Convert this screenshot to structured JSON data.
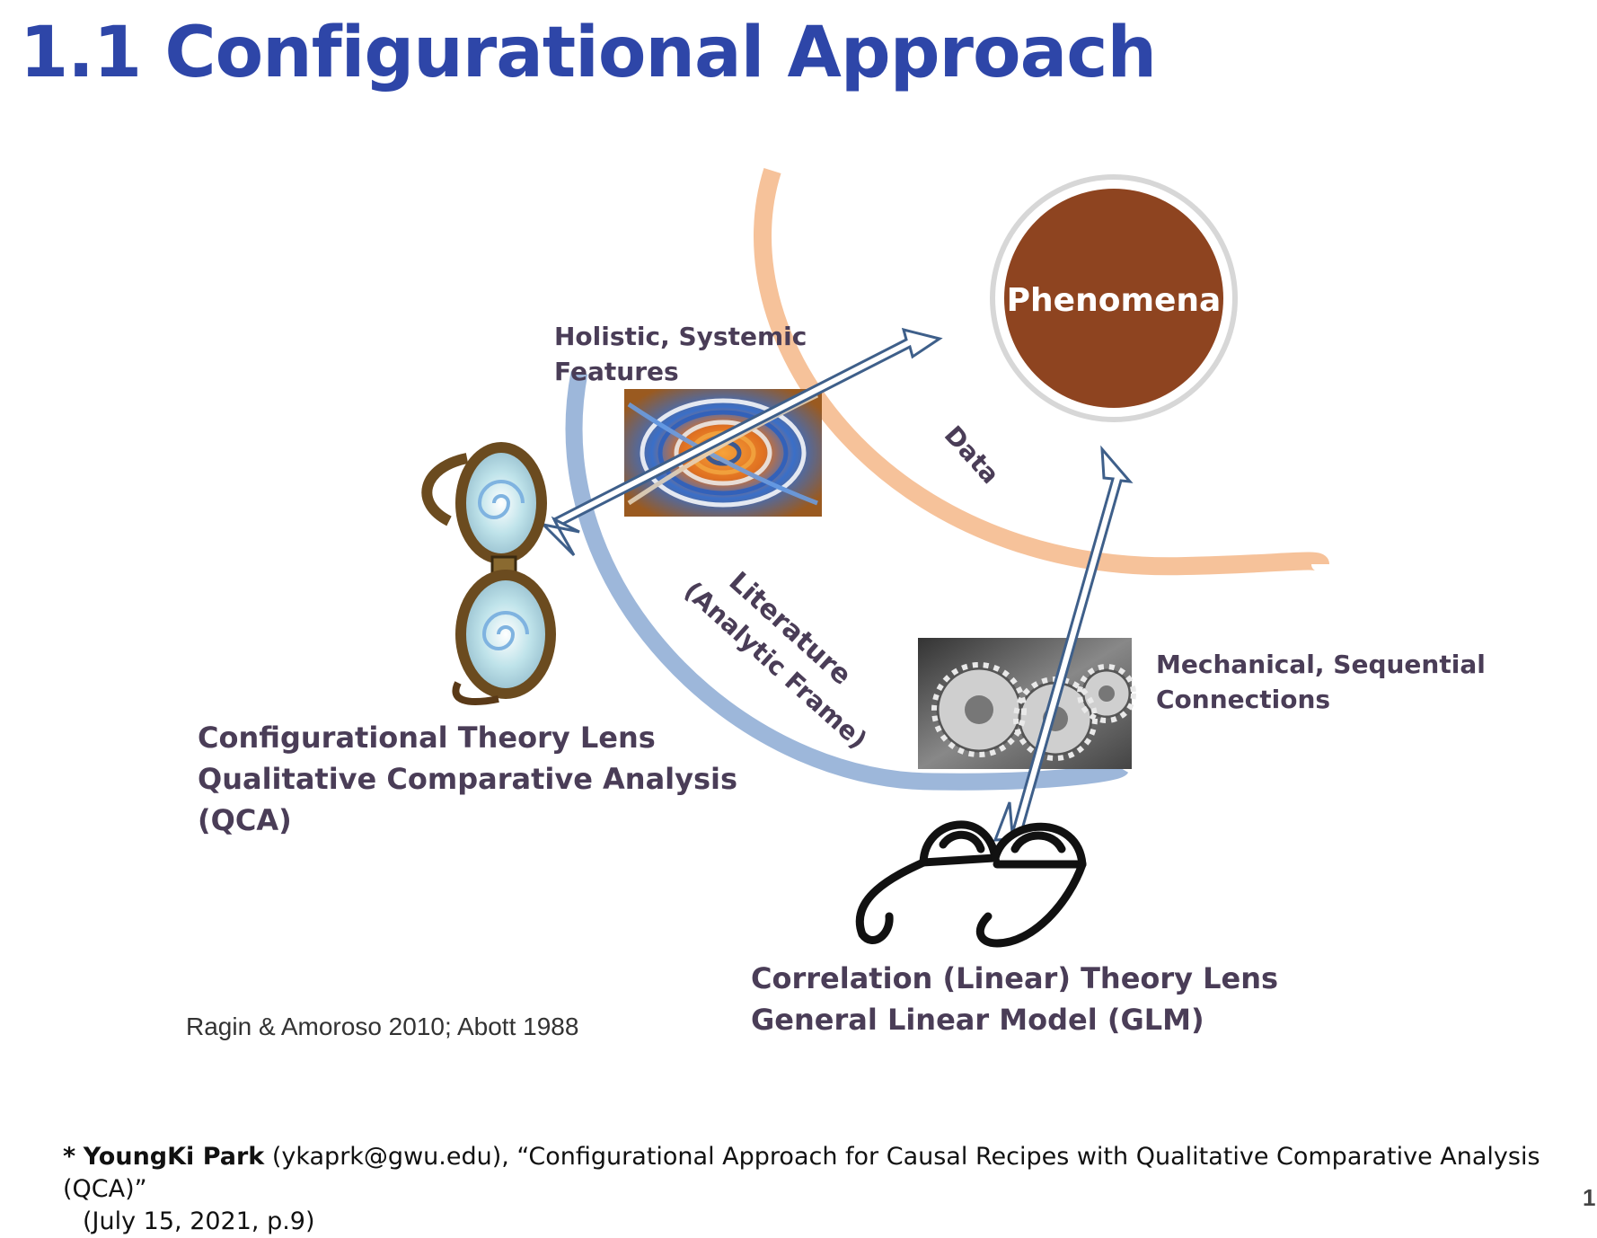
{
  "slide": {
    "title": "1.1 Configurational Approach",
    "phenomena_label": "Phenomena",
    "data_label": "Data",
    "literature_label": "Literature",
    "analytic_frame_label": "(Analytic Frame)",
    "holistic_label_line1": "Holistic, Systemic",
    "holistic_label_line2": "Features",
    "mechanical_label_line1": "Mechanical, Sequential",
    "mechanical_label_line2": "Connections",
    "config_lens_line1": "Configurational Theory Lens",
    "config_lens_line2": "Qualitative Comparative Analysis",
    "config_lens_line3": "(QCA)",
    "corr_lens_line1": "Correlation (Linear) Theory Lens",
    "corr_lens_line2": "General Linear Model (GLM)",
    "citation": "Ragin &  Amoroso 2010; Abott 1988",
    "footnote_marker": "*",
    "footnote_author": "YoungKi Park",
    "footnote_rest": " (ykaprk@gwu.edu), “Configurational Approach for Causal Recipes with Qualitative Comparative Analysis (QCA)”",
    "footnote_line2": "(July 15, 2021, p.9)",
    "page_number": "1"
  },
  "colors": {
    "title": "#2E46A8",
    "phenomena_fill": "#8E4420",
    "data_arc": "#F6C29A",
    "literature_arc": "#9DB7DA",
    "arrow": "#3E5F8A",
    "label_text": "#4a3d57"
  },
  "icons": [
    "swirl-image",
    "gears-image",
    "spiral-glasses-icon",
    "pince-nez-glasses-icon"
  ]
}
